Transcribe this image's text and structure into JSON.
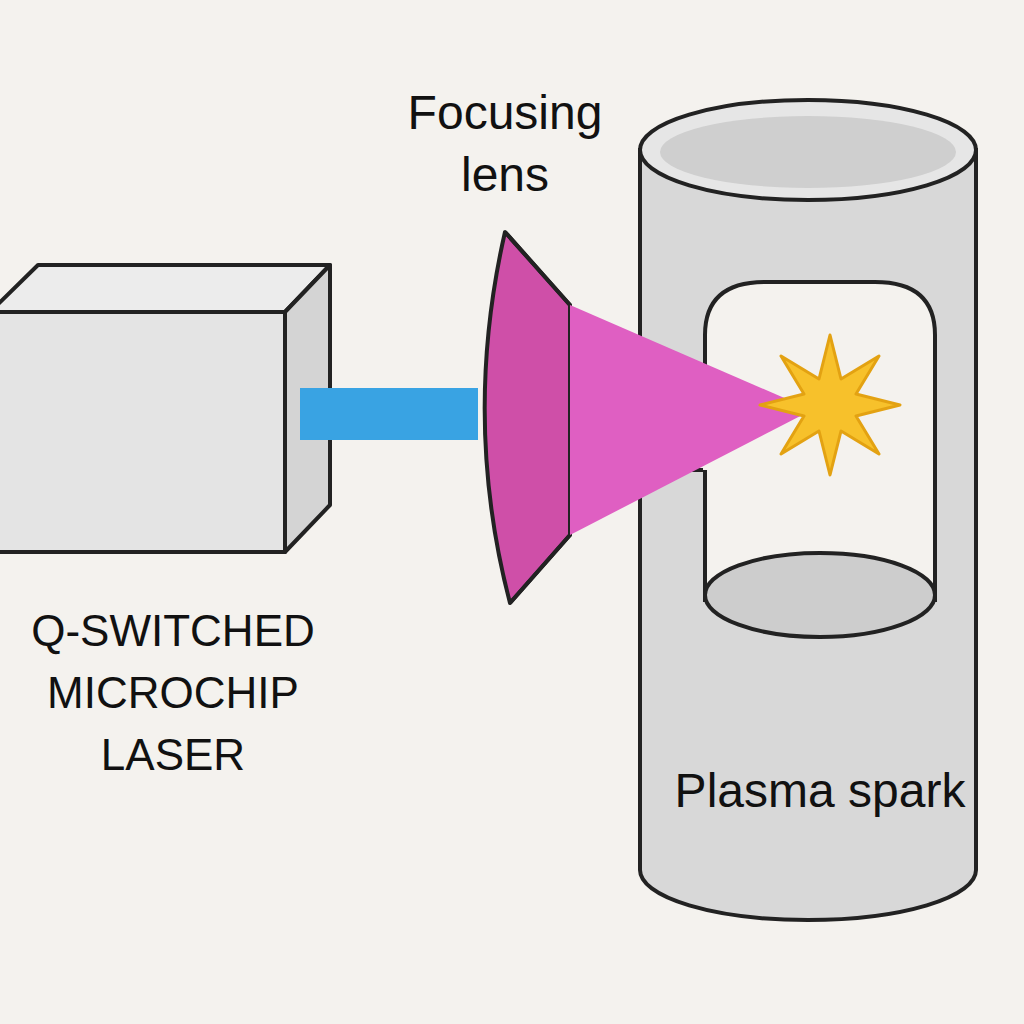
{
  "diagram": {
    "nodes": [
      {
        "text": [
          "Q-SWITCHED MICROCHIP LASER"
        ]
      },
      {
        "text": [
          "Focusing lens"
        ]
      },
      {
        "text": [
          "Plasma spark"
        ]
      }
    ],
    "edges": [
      {
        "from": 0,
        "to": 1,
        "arrow": "none"
      },
      {
        "from": 1,
        "to": 2,
        "arrow": "none"
      }
    ]
  }
}
